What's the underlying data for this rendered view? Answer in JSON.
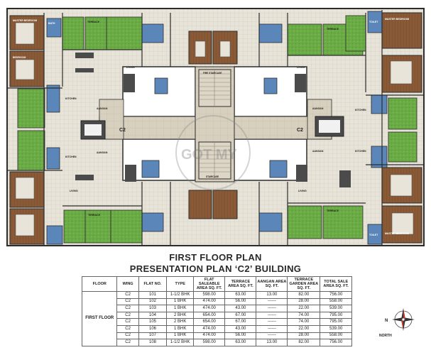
{
  "plan": {
    "core_label_left": "C2",
    "core_label_right": "C2",
    "staircase_label": "FIRE STAIRCASE",
    "staircase_label_bottom": "STAIRCASE",
    "watermark": "GOT MY",
    "room_labels": {
      "master_bedroom": "MASTER BEDROOM",
      "bedroom": "BEDROOM",
      "living": "LIVING",
      "kitchen": "KITCHEN",
      "terrace": "TERRACE",
      "toilet": "TOILET",
      "aangan": "AANGAN",
      "bath": "BATH"
    },
    "colors": {
      "terrace": "#6fb04a",
      "corridor": "#d9d2c3",
      "floor": "#e6e2d6",
      "tile": "#c9c2b2",
      "wall": "#2c2c2c",
      "bath": "#4f7fb5",
      "wood": "#7a4a2b"
    }
  },
  "titles": {
    "line1": "FIRST FLOOR PLAN",
    "line2": "PRESENTATION PLAN ‘C2’ BUILDING"
  },
  "table": {
    "headers": [
      "FLOOR",
      "WING",
      "FLAT NO.",
      "TYPE",
      "FLAT SALEABLE AREA SQ. FT.",
      "TERRACE AREA SQ. FT.",
      "AANGAN AREA SQ. FT.",
      "TERRACE GARDEN AREA SQ. FT.",
      "TOTAL SALE AREA SQ. FT."
    ],
    "floor": "FIRST FLOOR",
    "rows": [
      [
        "C2",
        "101",
        "1-1/2 BHK",
        "598.00",
        "63.00",
        "13.00",
        "82.00",
        "756.00"
      ],
      [
        "C2",
        "102",
        "1 BHK",
        "474.00",
        "56.00",
        "------",
        "28.00",
        "558.00"
      ],
      [
        "C2",
        "103",
        "1 BHK",
        "474.00",
        "43.00",
        "------",
        "22.00",
        "539.00"
      ],
      [
        "C2",
        "104",
        "2 BHK",
        "654.00",
        "67.00",
        "------",
        "74.00",
        "795.00"
      ],
      [
        "C2",
        "105",
        "2 BHK",
        "654.00",
        "67.00",
        "------",
        "74.00",
        "795.00"
      ],
      [
        "C2",
        "106",
        "1 BHK",
        "474.00",
        "43.00",
        "------",
        "22.00",
        "539.00"
      ],
      [
        "C2",
        "107",
        "1 BHK",
        "474.00",
        "56.00",
        "------",
        "28.00",
        "558.00"
      ],
      [
        "C2",
        "108",
        "1-1/2 BHK",
        "598.00",
        "63.00",
        "13.00",
        "82.00",
        "756.00"
      ]
    ]
  },
  "compass": {
    "n": "N",
    "label": "NORTH"
  }
}
